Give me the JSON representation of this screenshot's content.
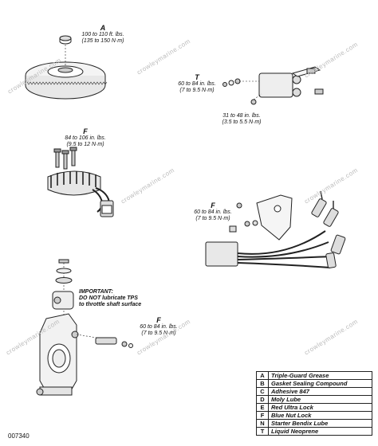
{
  "callouts": {
    "flywheel": {
      "letter": "A",
      "line1": "100 to 110 ft. lbs.",
      "line2": "(135 to 150 N·m)"
    },
    "solenoid_top": {
      "letter": "T",
      "line1": "60 to 84 in. lbs.",
      "line2": "(7 to 9.5 N·m)"
    },
    "solenoid_bottom": {
      "line1": "31 to 48 in. lbs.",
      "line2": "(3.5 to 5.5 N·m)"
    },
    "stator": {
      "letter": "F",
      "line1": "84 to 106 in. lbs.",
      "line2": "(9.5 to 12 N·m)"
    },
    "harness": {
      "letter": "F",
      "line1": "60 to 84 in. lbs.",
      "line2": "(7 to 9.5 N·m)"
    },
    "throttle": {
      "letter": "F",
      "line1": "60 to 84 in. lbs.",
      "line2": "(7 to 9.5 N·m)"
    }
  },
  "important": {
    "line1": "IMPORTANT:",
    "line2": "DO NOT lubricate TPS",
    "line3": "to throttle shaft surface"
  },
  "watermark": "crowleymarine.com",
  "legend": [
    {
      "key": "A",
      "label": "Triple-Guard Grease"
    },
    {
      "key": "B",
      "label": "Gasket Sealing Compound"
    },
    {
      "key": "C",
      "label": "Adhesive 847"
    },
    {
      "key": "D",
      "label": "Moly Lube"
    },
    {
      "key": "E",
      "label": "Red Ultra Lock"
    },
    {
      "key": "F",
      "label": "Blue Nut Lock"
    },
    {
      "key": "N",
      "label": "Starter Bendix Lube"
    },
    {
      "key": "T",
      "label": "Liquid Neoprene"
    }
  ],
  "figure_number": "007340"
}
